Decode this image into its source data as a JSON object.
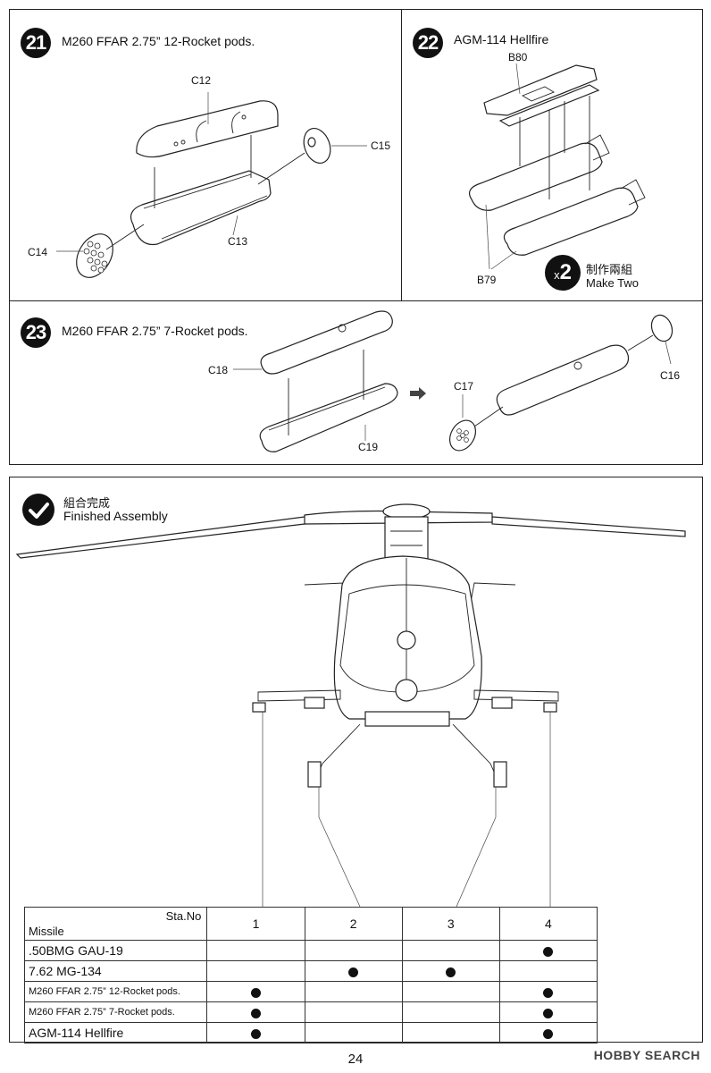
{
  "steps": {
    "s21": {
      "number": "21",
      "title": "M260 FFAR 2.75” 12-Rocket pods.",
      "parts": [
        "C12",
        "C13",
        "C14",
        "C15"
      ]
    },
    "s22": {
      "number": "22",
      "title": "AGM-114 Hellfire",
      "parts": [
        "B80",
        "B79"
      ],
      "multiplier_x": "x",
      "multiplier_n": "2",
      "make_cn": "制作兩組",
      "make_en": "Make Two"
    },
    "s23": {
      "number": "23",
      "title": "M260 FFAR 2.75” 7-Rocket pods.",
      "parts": [
        "C18",
        "C19",
        "C17",
        "C16"
      ]
    }
  },
  "finished": {
    "title_cn": "組合完成",
    "title_en": "Finished Assembly"
  },
  "table": {
    "corner_top": "Sta.No",
    "corner_bottom": "Missile",
    "stations": [
      "1",
      "2",
      "3",
      "4"
    ],
    "rows": [
      {
        "name": ".50BMG GAU-19",
        "marks": [
          false,
          false,
          false,
          true
        ],
        "small": false
      },
      {
        "name": "7.62 MG-134",
        "marks": [
          false,
          true,
          true,
          false
        ],
        "small": false
      },
      {
        "name": "M260 FFAR 2.75” 12-Rocket pods.",
        "marks": [
          true,
          false,
          false,
          true
        ],
        "small": true
      },
      {
        "name": "M260 FFAR 2.75” 7-Rocket pods.",
        "marks": [
          true,
          false,
          false,
          true
        ],
        "small": true
      },
      {
        "name": "AGM-114 Hellfire",
        "marks": [
          true,
          false,
          false,
          true
        ],
        "small": false
      }
    ]
  },
  "page_number": "24",
  "watermark": "HOBBY SEARCH"
}
